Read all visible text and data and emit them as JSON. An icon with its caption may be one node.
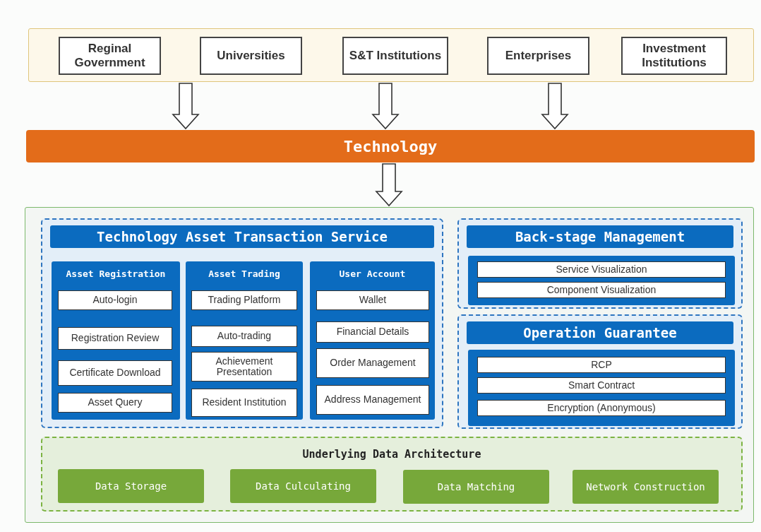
{
  "diagram": {
    "nodes": [
      {
        "text": [],
        "shape": "box"
      },
      {
        "text": [
          "Reginal Government"
        ],
        "in": 0
      },
      {
        "text": [
          "Universities"
        ],
        "in": 0
      },
      {
        "text": [
          "S&T Institutions"
        ],
        "in": 0
      },
      {
        "text": [
          "Enterprises"
        ],
        "in": 0
      },
      {
        "text": [
          "Investment Institutions"
        ],
        "in": 0
      },
      {
        "text": [
          "Technology"
        ]
      },
      {
        "text": [],
        "shape": "box"
      },
      {
        "text": [
          "Technology Asset Transaction Service"
        ],
        "in": 7
      },
      {
        "text": [
          "Asset Registration"
        ],
        "in": 8
      },
      {
        "text": [
          "Auto-login"
        ],
        "in": 9
      },
      {
        "text": [
          "Registration Review"
        ],
        "in": 9
      },
      {
        "text": [
          "Certificate Download"
        ],
        "in": 9
      },
      {
        "text": [
          "Asset Query"
        ],
        "in": 9
      },
      {
        "text": [
          "Asset Trading"
        ],
        "in": 8
      },
      {
        "text": [
          "Trading Platform"
        ],
        "in": 14
      },
      {
        "text": [
          "Auto-trading"
        ],
        "in": 14
      },
      {
        "text": [
          "Achievement Presentation"
        ],
        "in": 14
      },
      {
        "text": [
          "Resident Institution"
        ],
        "in": 14
      },
      {
        "text": [
          "User Account"
        ],
        "in": 8
      },
      {
        "text": [
          "Wallet"
        ],
        "in": 19
      },
      {
        "text": [
          "Financial Details"
        ],
        "in": 19
      },
      {
        "text": [
          "Order Management"
        ],
        "in": 19
      },
      {
        "text": [
          "Address Management"
        ],
        "in": 19
      },
      {
        "text": [
          "Back-stage Management"
        ],
        "in": 7
      },
      {
        "text": [],
        "shape": "box",
        "in": 24
      },
      {
        "text": [
          "Service Visualization"
        ],
        "in": 25
      },
      {
        "text": [
          "Component Visualization"
        ],
        "in": 25
      },
      {
        "text": [
          "Operation Guarantee"
        ],
        "in": 7
      },
      {
        "text": [],
        "shape": "box",
        "in": 28
      },
      {
        "text": [
          "RCP"
        ],
        "in": 29
      },
      {
        "text": [
          "Smart Contract"
        ],
        "in": 29
      },
      {
        "text": [
          "Encryption (Anonymous)"
        ],
        "in": 29
      },
      {
        "text": [
          "Underlying Data Architecture"
        ],
        "in": 7
      },
      {
        "text": [
          "Data Storage"
        ],
        "in": 33
      },
      {
        "text": [
          "Data Culculating"
        ],
        "in": 33
      },
      {
        "text": [
          "Data Matching"
        ],
        "in": 33
      },
      {
        "text": [
          "Network Construction"
        ],
        "in": 33
      }
    ],
    "edges": [
      {
        "from": 0,
        "to": 6,
        "arrow": "to"
      },
      {
        "from": 0,
        "to": 6,
        "arrow": "to"
      },
      {
        "from": 0,
        "to": 6,
        "arrow": "to"
      },
      {
        "from": 6,
        "to": 7,
        "arrow": "to"
      }
    ]
  }
}
